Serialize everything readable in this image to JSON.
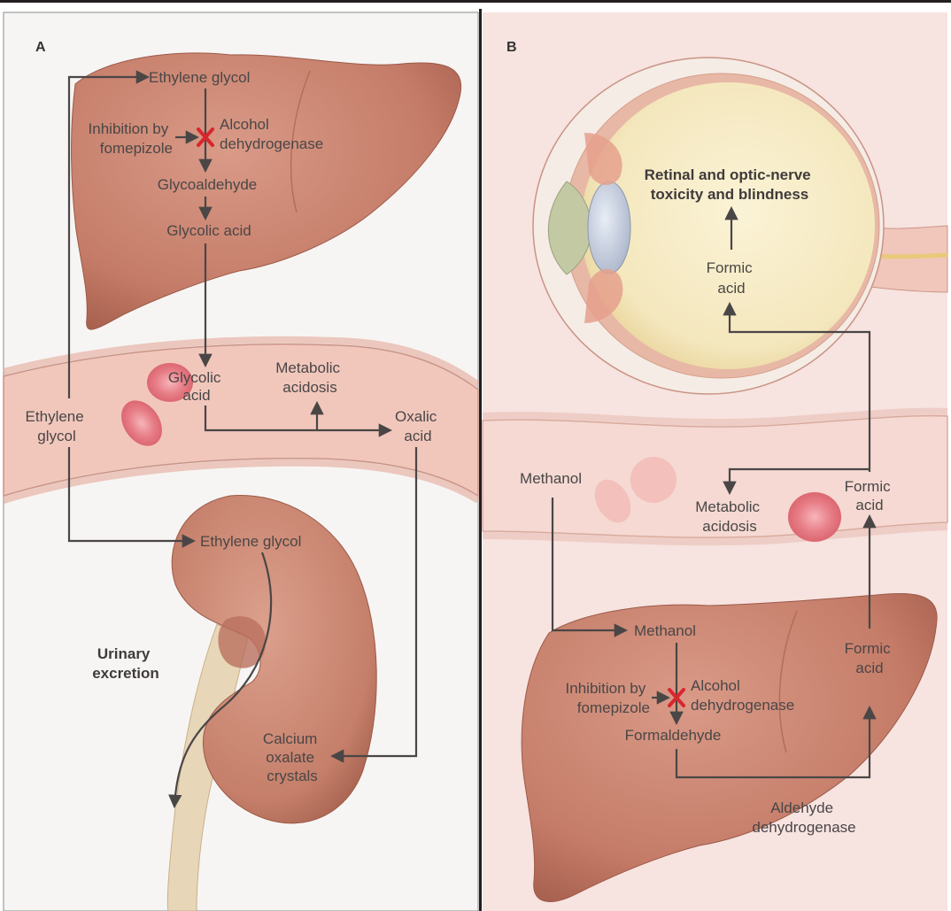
{
  "panel_a": {
    "letter": "A",
    "liver": {
      "ethylene_glycol": "Ethylene glycol",
      "inhibition": [
        "Inhibition by",
        "fomepizole"
      ],
      "enzyme": [
        "Alcohol",
        "dehydrogenase"
      ],
      "glycoaldehyde": "Glycoaldehyde",
      "glycolic_acid": "Glycolic acid"
    },
    "vessel": {
      "glycolic_acid": [
        "Glycolic",
        "acid"
      ],
      "metabolic_acidosis": [
        "Metabolic",
        "acidosis"
      ],
      "oxalic_acid": [
        "Oxalic",
        "acid"
      ],
      "ethylene_glycol": [
        "Ethylene",
        "glycol"
      ]
    },
    "kidney": {
      "ethylene_glycol": "Ethylene glycol",
      "urinary_excretion": [
        "Urinary",
        "excretion"
      ],
      "crystals": [
        "Calcium",
        "oxalate",
        "crystals"
      ]
    }
  },
  "panel_b": {
    "letter": "B",
    "eye": {
      "toxicity": [
        "Retinal and optic-nerve",
        "toxicity and blindness"
      ],
      "formic_acid": [
        "Formic",
        "acid"
      ]
    },
    "vessel": {
      "methanol": "Methanol",
      "metabolic_acidosis": [
        "Metabolic",
        "acidosis"
      ],
      "formic_acid": [
        "Formic",
        "acid"
      ]
    },
    "liver": {
      "methanol": "Methanol",
      "inhibition": [
        "Inhibition by",
        "fomepizole"
      ],
      "enzyme": [
        "Alcohol",
        "dehydrogenase"
      ],
      "formaldehyde": "Formaldehyde",
      "formic_acid": [
        "Formic",
        "acid"
      ],
      "aldehyde_enzyme": [
        "Aldehyde",
        "dehydrogenase"
      ]
    }
  },
  "colors": {
    "panel_a_bg": "#f7f5f3",
    "panel_b_bg": "#f7e3e0",
    "organ": "#c9826f",
    "vessel": "#f1c7bc",
    "blood_cell": "#ec8f95",
    "inhibition_mark": "#d8262e",
    "arrow": "#4a4646"
  }
}
